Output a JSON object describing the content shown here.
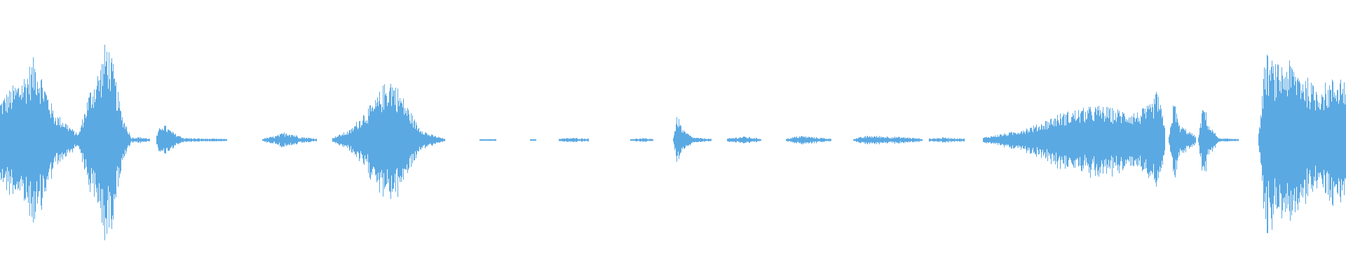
{
  "waveform": {
    "color": "#5ba9e3",
    "background": "#ffffff",
    "baseline_level": 0.01,
    "segments": [
      {
        "start": 0.0,
        "end": 0.058,
        "shape": "burst",
        "peaks": [
          [
            0.0,
            0.32
          ],
          [
            0.012,
            0.45
          ],
          [
            0.018,
            0.52
          ],
          [
            0.026,
            0.66
          ],
          [
            0.032,
            0.48
          ],
          [
            0.04,
            0.22
          ],
          [
            0.048,
            0.15
          ],
          [
            0.056,
            0.06
          ]
        ]
      },
      {
        "start": 0.058,
        "end": 0.097,
        "shape": "burst",
        "peaks": [
          [
            0.058,
            0.04
          ],
          [
            0.066,
            0.38
          ],
          [
            0.074,
            0.58
          ],
          [
            0.079,
            0.8
          ],
          [
            0.084,
            0.58
          ],
          [
            0.09,
            0.22
          ],
          [
            0.097,
            0.03
          ]
        ]
      },
      {
        "start": 0.097,
        "end": 0.111,
        "shape": "noise",
        "peaks": [
          [
            0.097,
            0.02
          ],
          [
            0.104,
            0.02
          ],
          [
            0.111,
            0.01
          ]
        ]
      },
      {
        "start": 0.116,
        "end": 0.136,
        "shape": "burst",
        "peaks": [
          [
            0.116,
            0.03
          ],
          [
            0.12,
            0.14
          ],
          [
            0.125,
            0.09
          ],
          [
            0.13,
            0.05
          ],
          [
            0.136,
            0.02
          ]
        ]
      },
      {
        "start": 0.136,
        "end": 0.168,
        "shape": "noise",
        "peaks": [
          [
            0.136,
            0.015
          ],
          [
            0.15,
            0.01
          ],
          [
            0.168,
            0.008
          ]
        ]
      },
      {
        "start": 0.195,
        "end": 0.235,
        "shape": "noise",
        "peaks": [
          [
            0.195,
            0.01
          ],
          [
            0.205,
            0.03
          ],
          [
            0.213,
            0.06
          ],
          [
            0.222,
            0.025
          ],
          [
            0.235,
            0.01
          ]
        ]
      },
      {
        "start": 0.247,
        "end": 0.33,
        "shape": "burst",
        "peaks": [
          [
            0.247,
            0.02
          ],
          [
            0.26,
            0.08
          ],
          [
            0.27,
            0.22
          ],
          [
            0.278,
            0.3
          ],
          [
            0.284,
            0.42
          ],
          [
            0.29,
            0.5
          ],
          [
            0.296,
            0.4
          ],
          [
            0.302,
            0.28
          ],
          [
            0.31,
            0.12
          ],
          [
            0.318,
            0.05
          ],
          [
            0.33,
            0.01
          ]
        ]
      },
      {
        "start": 0.356,
        "end": 0.368,
        "shape": "noise",
        "peaks": [
          [
            0.356,
            0.005
          ],
          [
            0.368,
            0.005
          ]
        ]
      },
      {
        "start": 0.394,
        "end": 0.398,
        "shape": "noise",
        "peaks": [
          [
            0.394,
            0.005
          ],
          [
            0.398,
            0.005
          ]
        ]
      },
      {
        "start": 0.415,
        "end": 0.437,
        "shape": "noise",
        "peaks": [
          [
            0.415,
            0.01
          ],
          [
            0.425,
            0.015
          ],
          [
            0.437,
            0.01
          ]
        ]
      },
      {
        "start": 0.468,
        "end": 0.485,
        "shape": "noise",
        "peaks": [
          [
            0.468,
            0.008
          ],
          [
            0.478,
            0.012
          ],
          [
            0.485,
            0.008
          ]
        ]
      },
      {
        "start": 0.5,
        "end": 0.528,
        "shape": "burst",
        "peaks": [
          [
            0.5,
            0.02
          ],
          [
            0.503,
            0.2
          ],
          [
            0.507,
            0.08
          ],
          [
            0.515,
            0.02
          ],
          [
            0.528,
            0.01
          ]
        ]
      },
      {
        "start": 0.54,
        "end": 0.565,
        "shape": "noise",
        "peaks": [
          [
            0.54,
            0.01
          ],
          [
            0.552,
            0.025
          ],
          [
            0.565,
            0.01
          ]
        ]
      },
      {
        "start": 0.584,
        "end": 0.617,
        "shape": "noise",
        "peaks": [
          [
            0.584,
            0.01
          ],
          [
            0.594,
            0.03
          ],
          [
            0.605,
            0.02
          ],
          [
            0.617,
            0.01
          ]
        ]
      },
      {
        "start": 0.634,
        "end": 0.685,
        "shape": "noise",
        "peaks": [
          [
            0.634,
            0.01
          ],
          [
            0.645,
            0.03
          ],
          [
            0.66,
            0.025
          ],
          [
            0.672,
            0.02
          ],
          [
            0.685,
            0.01
          ]
        ]
      },
      {
        "start": 0.69,
        "end": 0.716,
        "shape": "noise",
        "peaks": [
          [
            0.69,
            0.01
          ],
          [
            0.702,
            0.018
          ],
          [
            0.716,
            0.01
          ]
        ]
      },
      {
        "start": 0.73,
        "end": 0.865,
        "shape": "swell",
        "peaks": [
          [
            0.73,
            0.02
          ],
          [
            0.75,
            0.06
          ],
          [
            0.77,
            0.12
          ],
          [
            0.785,
            0.2
          ],
          [
            0.8,
            0.24
          ],
          [
            0.815,
            0.27
          ],
          [
            0.83,
            0.24
          ],
          [
            0.845,
            0.22
          ],
          [
            0.855,
            0.28
          ],
          [
            0.86,
            0.4
          ],
          [
            0.865,
            0.1
          ]
        ]
      },
      {
        "start": 0.868,
        "end": 0.888,
        "shape": "burst",
        "peaks": [
          [
            0.868,
            0.02
          ],
          [
            0.872,
            0.32
          ],
          [
            0.876,
            0.12
          ],
          [
            0.882,
            0.08
          ],
          [
            0.888,
            0.03
          ]
        ]
      },
      {
        "start": 0.89,
        "end": 0.905,
        "shape": "burst",
        "peaks": [
          [
            0.89,
            0.02
          ],
          [
            0.894,
            0.3
          ],
          [
            0.898,
            0.12
          ],
          [
            0.905,
            0.02
          ]
        ]
      },
      {
        "start": 0.905,
        "end": 0.92,
        "shape": "noise",
        "peaks": [
          [
            0.905,
            0.01
          ],
          [
            0.912,
            0.01
          ],
          [
            0.92,
            0.01
          ]
        ]
      },
      {
        "start": 0.935,
        "end": 1.0,
        "shape": "burst",
        "peaks": [
          [
            0.935,
            0.05
          ],
          [
            0.94,
            0.68
          ],
          [
            0.948,
            0.58
          ],
          [
            0.956,
            0.62
          ],
          [
            0.966,
            0.55
          ],
          [
            0.976,
            0.42
          ],
          [
            0.986,
            0.45
          ],
          [
            0.996,
            0.52
          ],
          [
            1.0,
            0.45
          ]
        ]
      }
    ]
  }
}
